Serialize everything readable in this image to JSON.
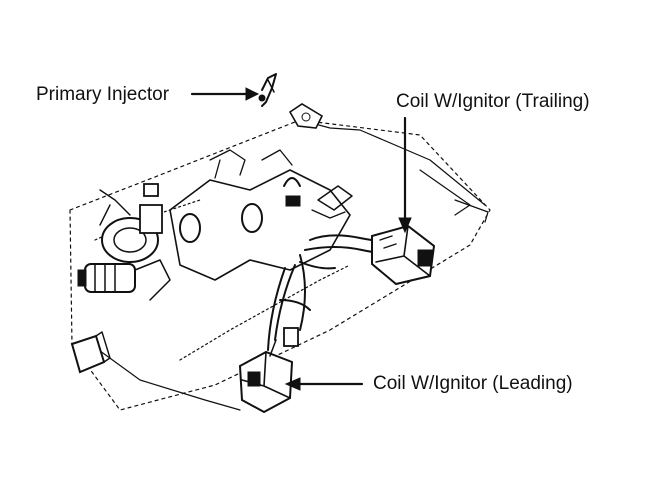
{
  "figure": {
    "labels": {
      "primary_injector": "Primary Injector",
      "coil_trailing": "Coil W/Ignitor (Trailing)",
      "coil_leading": "Coil W/Ignitor (Leading)"
    },
    "ink_color": "#111111",
    "background_color": "#ffffff"
  }
}
